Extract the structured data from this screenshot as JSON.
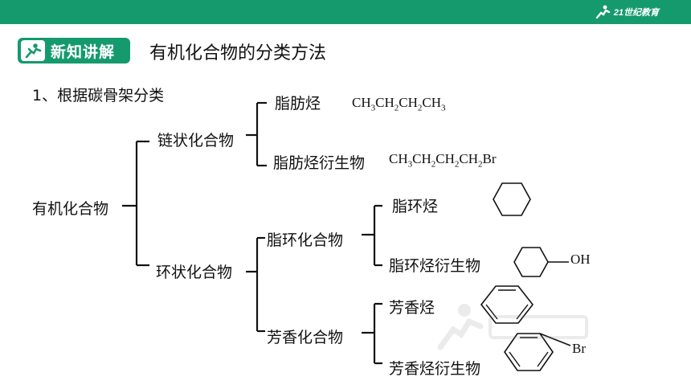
{
  "header": {
    "logo_text": "21世纪教育",
    "section_badge": "新知讲解",
    "section_title": "有机化合物的分类方法"
  },
  "content": {
    "heading": "1、根据碳骨架分类",
    "root": "有机化合物",
    "chain": {
      "label": "链状化合物",
      "aliphatic_hydrocarbon": "脂肪烃",
      "aliphatic_hydrocarbon_formula": [
        "CH",
        "3",
        "CH",
        "2",
        "CH",
        "2",
        "CH",
        "3"
      ],
      "aliphatic_derivative": "脂肪烃衍生物",
      "aliphatic_derivative_formula": [
        "CH",
        "3",
        "CH",
        "2",
        "CH",
        "2",
        "CH",
        "2",
        "Br"
      ]
    },
    "ring": {
      "label": "环状化合物",
      "alicyclic": {
        "label": "脂环化合物",
        "hydrocarbon": "脂环烃",
        "derivative": "脂环烃衍生物",
        "derivative_group": "OH"
      },
      "aromatic": {
        "label": "芳香化合物",
        "hydrocarbon": "芳香烃",
        "derivative": "芳香烃衍生物",
        "derivative_group": "Br"
      }
    }
  },
  "colors": {
    "brand_green": "#159a6e"
  },
  "icons": [
    "runner-icon",
    "cyclohexane-structure",
    "benzene-structure"
  ]
}
